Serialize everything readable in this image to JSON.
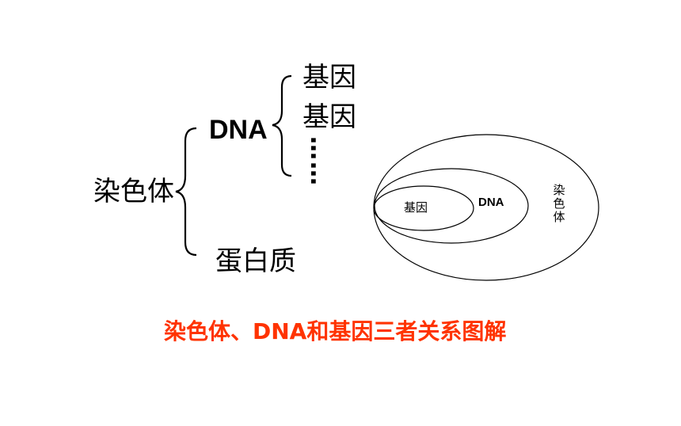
{
  "tree": {
    "root_label": "染色体",
    "dna_label": "DNA",
    "gene_label_1": "基因",
    "gene_label_2": "基因",
    "ellipsis": "……",
    "protein_label": "蛋白质"
  },
  "venn": {
    "inner_label": "基因",
    "middle_label": "DNA",
    "outer_label": "染色体"
  },
  "caption": {
    "text": "染色体、DNA和基因三者关系图解",
    "color": "#ff3300"
  }
}
